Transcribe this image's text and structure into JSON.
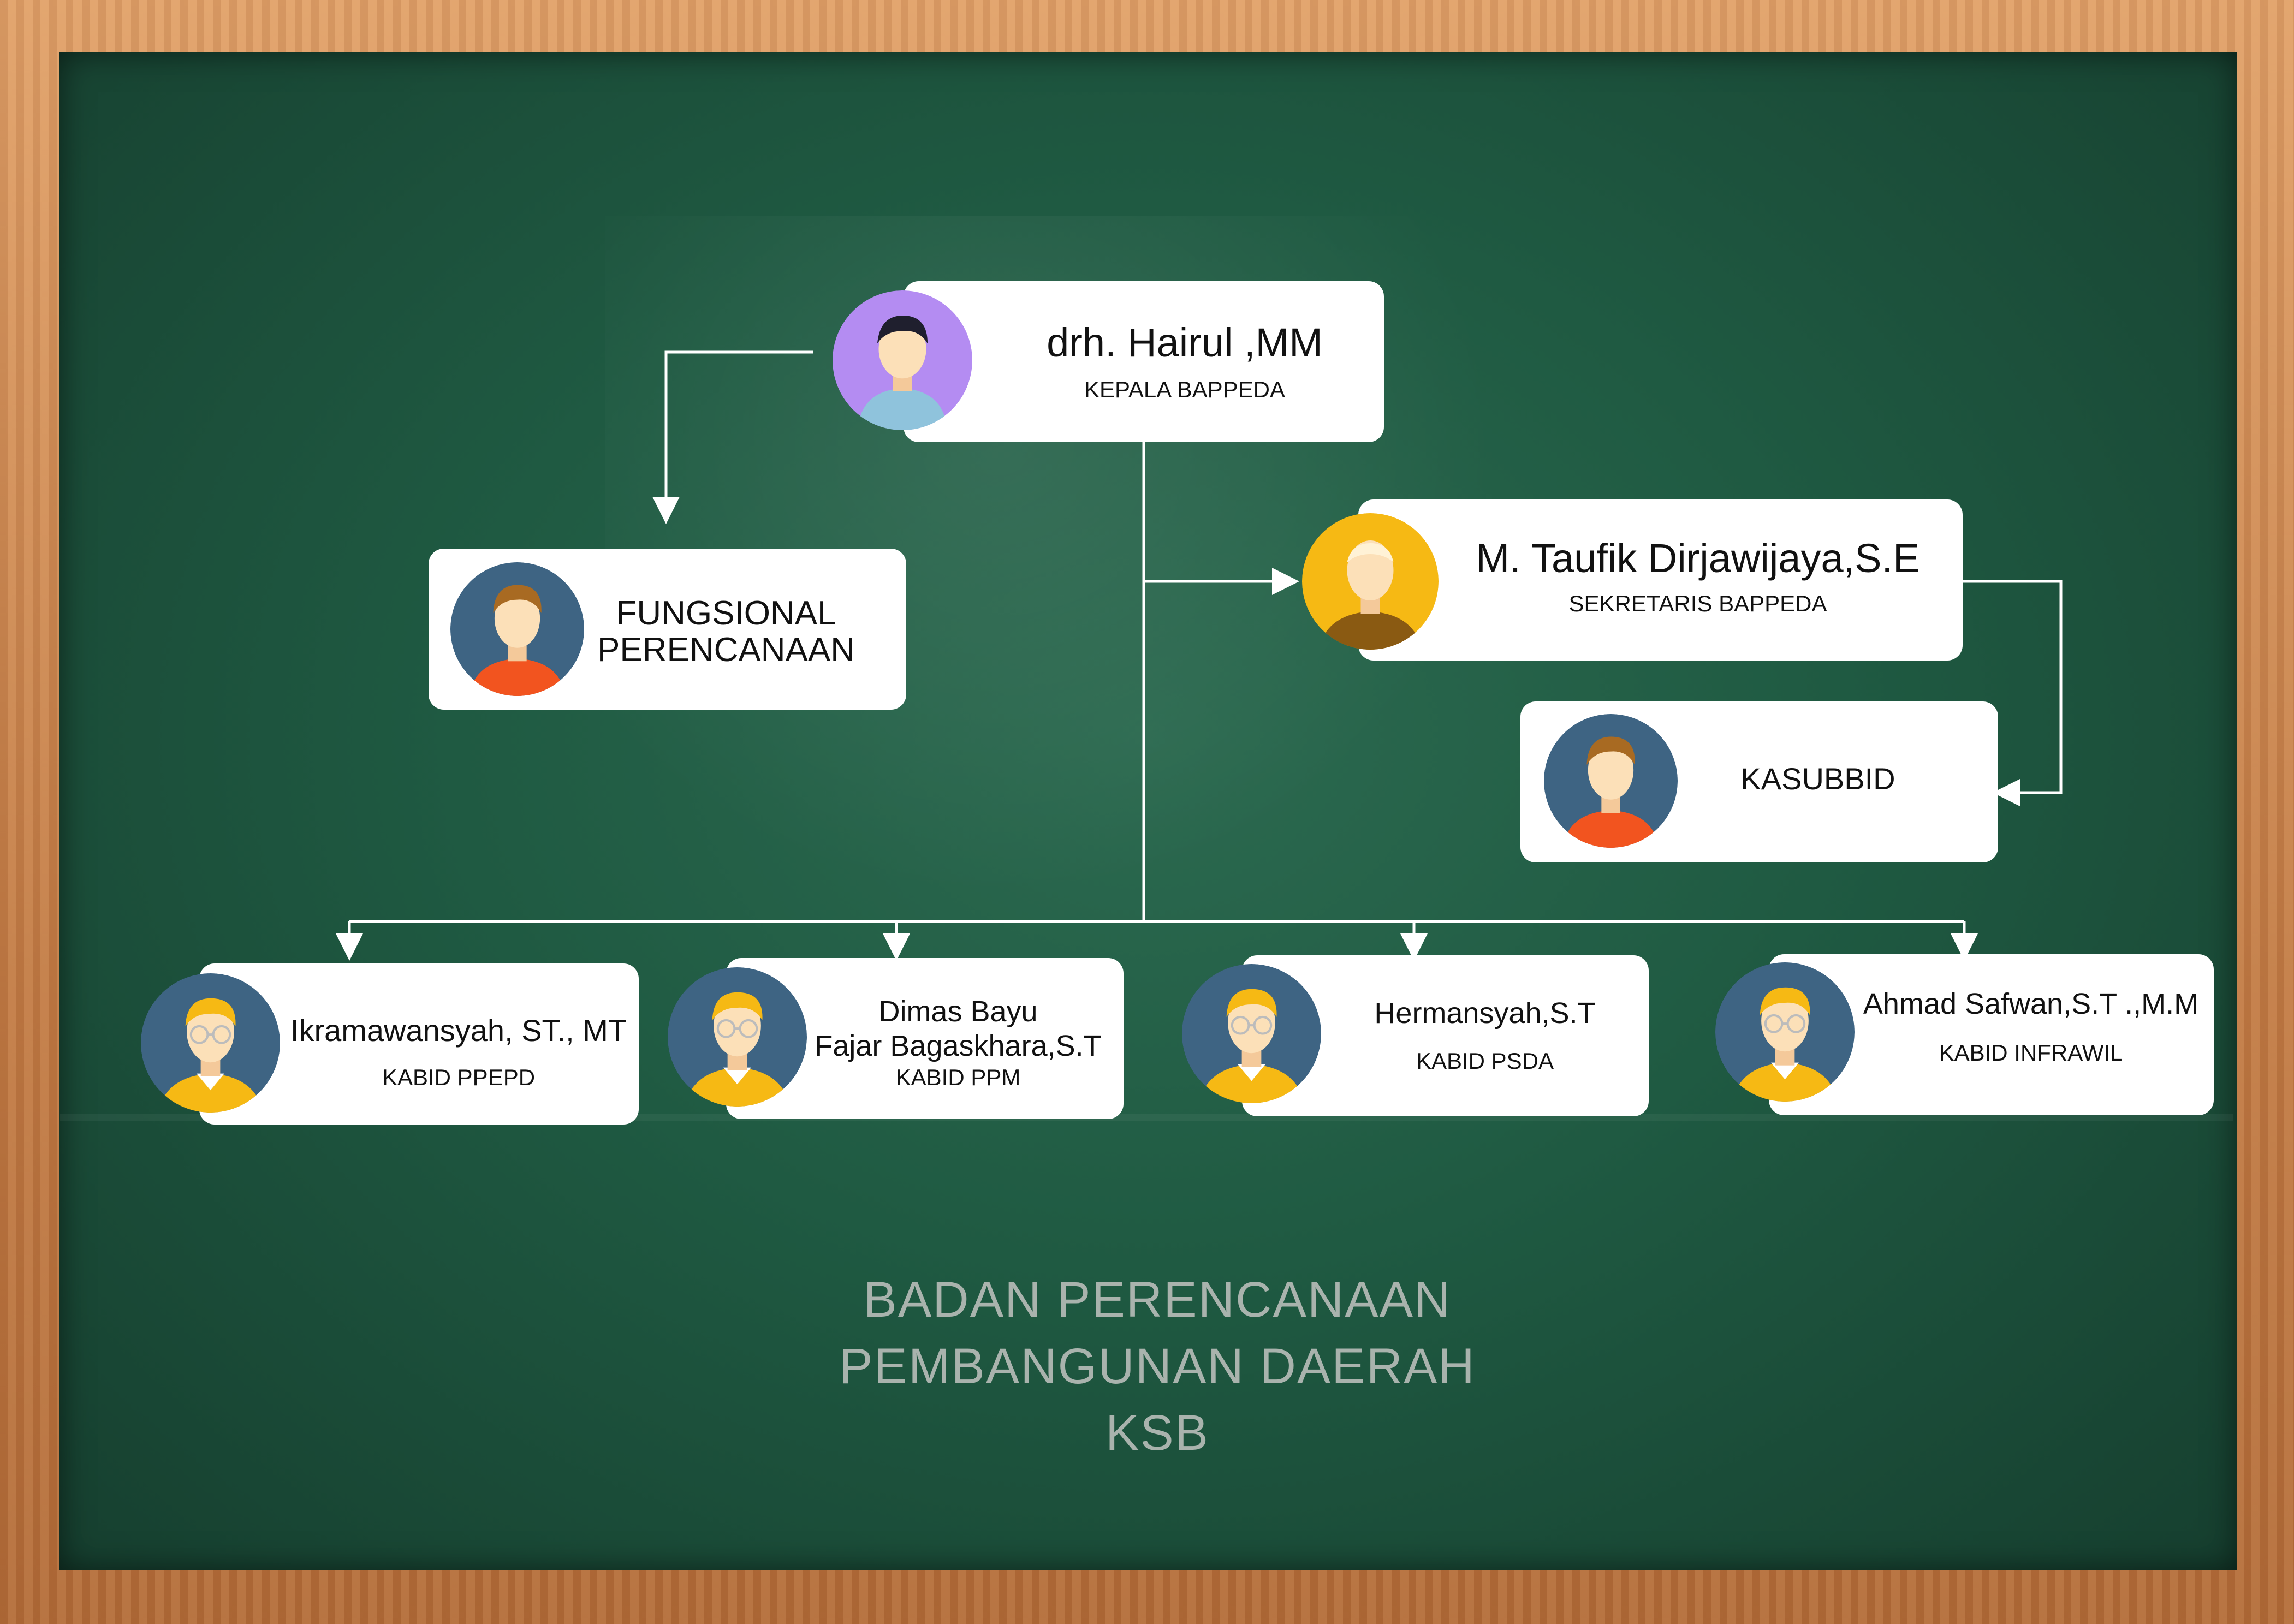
{
  "diagram": {
    "head": {
      "name": "drh. Hairul ,MM",
      "role": "KEPALA BAPPEDA"
    },
    "functional": {
      "line1": "FUNGSIONAL",
      "line2": "PERENCANAAN"
    },
    "secretary": {
      "name": "M. Taufik Dirjawijaya,S.E",
      "role": "SEKRETARIS BAPPEDA"
    },
    "kasubbid": {
      "label": "KASUBBID"
    },
    "kabid": [
      {
        "name": "Ikramawansyah, ST., MT",
        "role": "KABID PPEPD"
      },
      {
        "name_line1": "Dimas Bayu",
        "name_line2": "Fajar Bagaskhara,S.T",
        "role": "KABID PPM"
      },
      {
        "name": "Hermansyah,S.T",
        "role": "KABID PSDA"
      },
      {
        "name": "Ahmad Safwan,S.T .,M.M",
        "role": "KABID INFRAWIL"
      }
    ]
  },
  "footer": {
    "line1": "BADAN PERENCANAAN",
    "line2": "PEMBANGUNAN DAERAH",
    "line3": "KSB"
  },
  "colors": {
    "board": "#1f5a42",
    "frame": "#c98b58",
    "card": "#ffffff",
    "connector": "#ffffff",
    "footer_text": "#a9b3ad"
  },
  "icons": {
    "head_avatar": "man-purple-avatar-icon",
    "functional_avatar": "man-orange-shirt-avatar-icon",
    "secretary_avatar": "bald-man-yellow-avatar-icon",
    "kasubbid_avatar": "man-orange-shirt-avatar-icon",
    "kabid_avatar": "man-glasses-avatar-icon"
  }
}
